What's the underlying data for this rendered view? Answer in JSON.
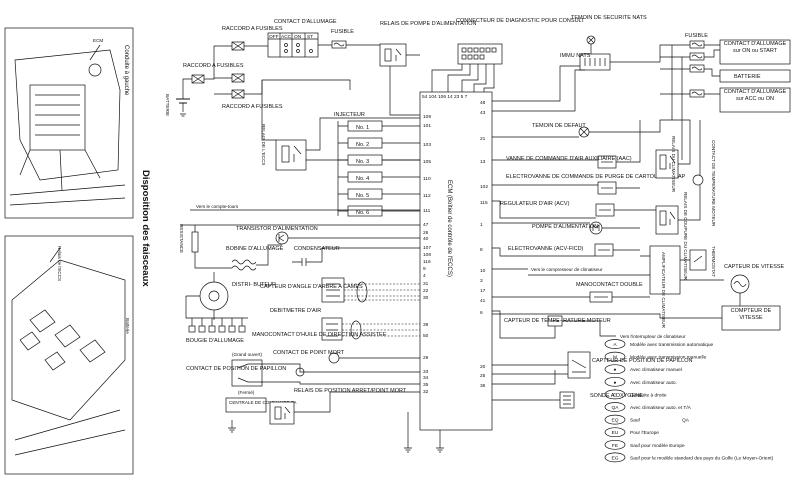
{
  "left_panel": {
    "title": "Disposition des faisceaux",
    "top_caption": "Conduite à gauche",
    "top_ecm_label": "ECM",
    "mid_label_1": "Relais de l'ECCS",
    "mid_label_2": "Batterie"
  },
  "components": {
    "battery": "BATTERIE",
    "fuse_raccord_1": "RACCORD A FUSIBLES",
    "fuse_raccord_2": "RACCORD A FUSIBLES",
    "fuse_raccord_3": "RACCORD A FUSIBLES",
    "contact_allumage": "CONTACT D'ALLUMAGE",
    "ign_off": "OFF",
    "ign_acc": "ACC",
    "ign_on": "ON",
    "ign_st": "ST",
    "fusible_top": "FUSIBLE",
    "relais_pompe": "RELAIS DE POMPE D'ALIMENTATION",
    "connecteur_diag": "CONNECTEUR DE DIAGNOSTIC POUR CONSULT",
    "temoin_nats": "TEMOIN DE SECURITE NATS",
    "immu": "IMMU NATS",
    "fusible_right": "FUSIBLE",
    "contact_on_start": "CONTACT D'ALLUMAGE sur ON ou START",
    "batterie_right": "BATTERIE",
    "contact_acc_on": "CONTACT D'ALLUMAGE sur ACC ou ON",
    "relais_eccs": "RELAIS DE L'ECCS",
    "injecteur": "INJECTEUR",
    "inj": [
      "No. 1",
      "No. 2",
      "No. 3",
      "No. 4",
      "No. 5",
      "No. 6"
    ],
    "vers_compte_tours": "Vers le compte-tours",
    "resistance": "RESISTANCE",
    "transistor": "TRANSISTOR D'ALIMENTATION",
    "bobine": "BOBINE D'ALLUMAGE",
    "condensateur": "CONDENSATEUR",
    "distributeur": "DISTRI- BUTEUR",
    "capteur_arbre": "CAPTEUR D'ANGLE D'ARBRE A CAMES",
    "bougie": "BOUGIE D'ALLUMAGE",
    "debitmetre": "DEBITMETRE D'AIR",
    "manocontact_huile": "MANOCONTACT D'HUILE DE DIRECTION ASSISTEE",
    "grand_ouvert": "(Grand ouvert)",
    "contact_position_papillon": "CONTACT DE POSITION DE PAPILLON",
    "ferme": "(Fermé)",
    "centrale": "CENTRALE DE COMMANDE TA",
    "contact_point_mort": "CONTACT DE POINT MORT",
    "relais_position": "RELAIS DE POSITION ARRET/POINT MORT",
    "ecm_label": "ECM (Boîtier de contrôle de l'ECCS)",
    "temoin_defaut": "TEMOIN DE DEFAUT",
    "vanne_air": "VANNE DE COMMANDE D'AIR AUXILIAIRE (AAC)",
    "electrovanne_purge": "ELECTROVANNE DE COMMANDE DE PURGE DE CARTOUCHE EVAP",
    "regulateur": "REGULATEUR D'AIR (ACV)",
    "pompe": "POMPE D'ALIMENTATION",
    "electrovanne_acv": "ELECTROVANNE (ACV-FICD)",
    "vers_compresseur": "Vers le compresseur de climatiseur",
    "manocontact_double": "MANOCONTACT DOUBLE",
    "capteur_temp": "CAPTEUR DE TEMPE- RATURE MOTEUR",
    "capteur_papillon": "CAPTEUR DE POSITION DE PAPILLON",
    "sonde_oxygene": "SONDE A OXYGENE",
    "relais_climatiseur": "RELAIS DU CLIMATISEUR",
    "contact_temp_moteur": "CONTACT DE TEMPERATURE MOTEUR",
    "relais_vent": "RELAIS DE COUPURE DU CLIMATISEUR",
    "thermostat": "THERMOSTAT",
    "amplificateur": "AMPLIFICATEUR DE CLIMATISEUR",
    "capteur_vitesse": "CAPTEUR DE VITESSE",
    "compteur_vitesse": "COMPTEUR DE VITESSE",
    "vers_interrupteur": "Vers l'interrupteur de climatiseur"
  },
  "ecm_top_pins": "54 104 106  14  23  5  7",
  "ecm_left_pins": [
    "109",
    "101",
    "103",
    "105",
    "110",
    "112",
    "111",
    "47",
    "26",
    "40",
    "107",
    "108",
    "116",
    "9",
    "4",
    "31",
    "22",
    "30",
    "39",
    "50",
    "29",
    "33",
    "34",
    "35",
    "32"
  ],
  "ecm_right_pins": [
    "48",
    "43",
    "21",
    "13",
    "102",
    "115",
    "1",
    "8",
    "10",
    "3",
    "17",
    "41",
    "6",
    "20",
    "25",
    "36"
  ],
  "legend": [
    {
      "sym": "A",
      "text": "Modèle avec transmission automatique"
    },
    {
      "sym": "M",
      "text": "Modèle avec transmission manuelle"
    },
    {
      "sym": "●",
      "text": "Avec climatiseur manuel"
    },
    {
      "sym": "●",
      "text": "Avec climatiseur auto."
    },
    {
      "sym": "D",
      "text": "Conduite à droite"
    },
    {
      "sym": "QA",
      "text": "Avec climatiseur auto. et T/A"
    },
    {
      "sym": "EQ",
      "text": "Sauf"
    },
    {
      "sym": "EU",
      "text": "Pour l'Europe"
    },
    {
      "sym": "FE",
      "text": "Sauf pour modèle Europe"
    },
    {
      "sym": "EG",
      "text": "Sauf pour le modèle standard des pays du Golfe (Le Moyen-Orient)"
    }
  ],
  "legend_extra": {
    "qa_label": "QA",
    "sauf_label": "Sauf"
  }
}
